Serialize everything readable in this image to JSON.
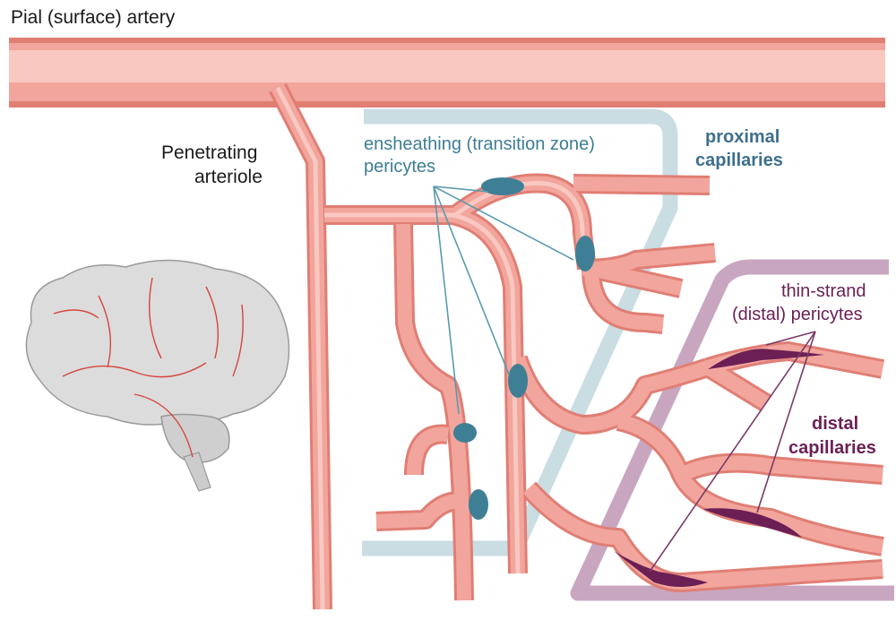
{
  "labels": {
    "pial_artery": "Pial (surface) artery",
    "penetrating_line1": "Penetrating",
    "penetrating_line2": "arteriole",
    "ensheathing_line1": "ensheathing (transition zone)",
    "ensheathing_line2": "pericytes",
    "proximal_line1": "proximal",
    "proximal_line2": "capillaries",
    "thin_strand_line1": "thin-strand",
    "thin_strand_line2": "(distal) pericytes",
    "distal_line1": "distal",
    "distal_line2": "capillaries"
  },
  "colors": {
    "vessel_fill": "#f2a59c",
    "vessel_highlight": "#f8c8c1",
    "vessel_edge": "#e07e74",
    "ensheathing_pericyte": "#3f7f95",
    "ensheathing_zone": "#c9dde3",
    "thin_strand_pericyte": "#6b1f55",
    "distal_zone": "#c8a6c0",
    "brain": "#dcdcdc",
    "brain_vessels": "#d7443e"
  },
  "icons": [
    "brain-icon",
    "ensheathing-pericyte-icon",
    "thin-strand-pericyte-icon"
  ]
}
